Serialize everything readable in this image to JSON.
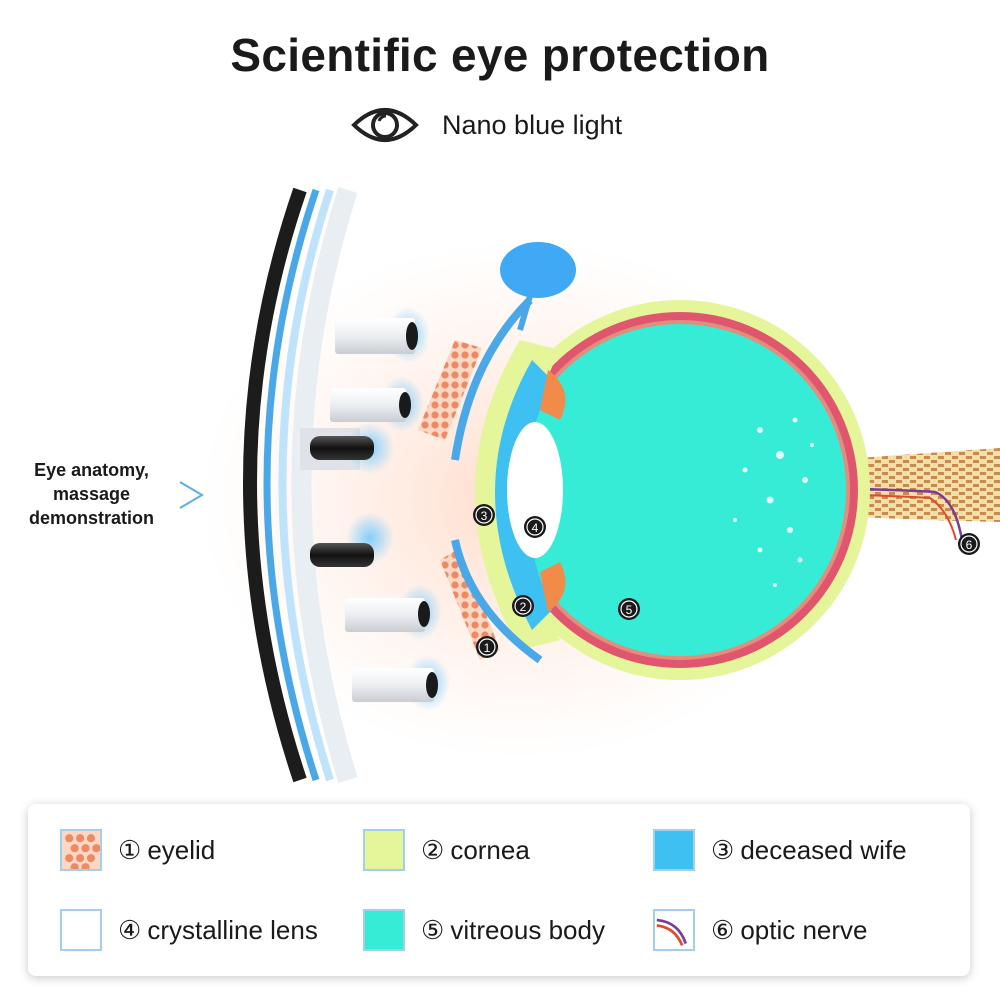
{
  "title": "Scientific eye protection",
  "subtitle": "Nano blue light",
  "side_label": "Eye anatomy, massage demonstration",
  "callouts": [
    "1",
    "2",
    "3",
    "4",
    "5",
    "6"
  ],
  "legend": [
    {
      "num": "①",
      "label": "eyelid",
      "swatch": "eyelid"
    },
    {
      "num": "②",
      "label": "cornea",
      "swatch": "#e4f59a"
    },
    {
      "num": "③",
      "label": "deceased wife",
      "swatch": "#3fc0f2"
    },
    {
      "num": "④",
      "label": "crystalline lens",
      "swatch": "#ffffff"
    },
    {
      "num": "⑤",
      "label": "vitreous body",
      "swatch": "#37ecd6"
    },
    {
      "num": "⑥",
      "label": "optic nerve",
      "swatch": "nerve"
    }
  ],
  "colors": {
    "cornea": "#e4f59a",
    "iris": "#3fc0f2",
    "vitreous": "#37ecd6",
    "sclera_ring": "#e0566e",
    "eyelid": "#f3a98c",
    "device_blue": "#4aa8e8"
  }
}
